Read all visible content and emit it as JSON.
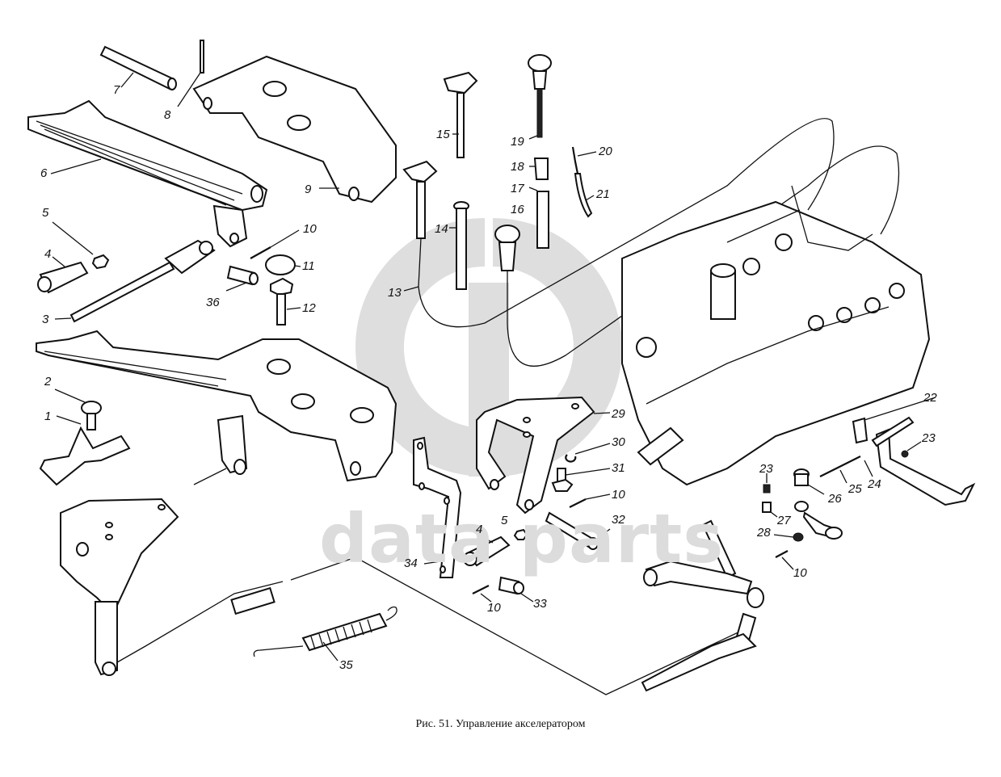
{
  "figure": {
    "caption": "Рис. 51. Управление акселератором",
    "watermark_logo": "GP logo",
    "watermark_text": "data parts"
  },
  "callouts": [
    {
      "id": "1",
      "label": "1"
    },
    {
      "id": "2",
      "label": "2"
    },
    {
      "id": "3",
      "label": "3"
    },
    {
      "id": "4a",
      "label": "4"
    },
    {
      "id": "4b",
      "label": "4"
    },
    {
      "id": "5a",
      "label": "5"
    },
    {
      "id": "5b",
      "label": "5"
    },
    {
      "id": "6",
      "label": "6"
    },
    {
      "id": "7",
      "label": "7"
    },
    {
      "id": "8",
      "label": "8"
    },
    {
      "id": "9",
      "label": "9"
    },
    {
      "id": "10a",
      "label": "10"
    },
    {
      "id": "10b",
      "label": "10"
    },
    {
      "id": "10c",
      "label": "10"
    },
    {
      "id": "10d",
      "label": "10"
    },
    {
      "id": "11",
      "label": "11"
    },
    {
      "id": "12",
      "label": "12"
    },
    {
      "id": "13",
      "label": "13"
    },
    {
      "id": "14",
      "label": "14"
    },
    {
      "id": "15",
      "label": "15"
    },
    {
      "id": "16",
      "label": "16"
    },
    {
      "id": "17",
      "label": "17"
    },
    {
      "id": "18",
      "label": "18"
    },
    {
      "id": "19",
      "label": "19"
    },
    {
      "id": "20",
      "label": "20"
    },
    {
      "id": "21",
      "label": "21"
    },
    {
      "id": "22",
      "label": "22"
    },
    {
      "id": "23a",
      "label": "23"
    },
    {
      "id": "23b",
      "label": "23"
    },
    {
      "id": "24",
      "label": "24"
    },
    {
      "id": "25",
      "label": "25"
    },
    {
      "id": "26",
      "label": "26"
    },
    {
      "id": "27",
      "label": "27"
    },
    {
      "id": "28",
      "label": "28"
    },
    {
      "id": "29",
      "label": "29"
    },
    {
      "id": "30",
      "label": "30"
    },
    {
      "id": "31",
      "label": "31"
    },
    {
      "id": "32",
      "label": "32"
    },
    {
      "id": "33",
      "label": "33"
    },
    {
      "id": "34",
      "label": "34"
    },
    {
      "id": "35",
      "label": "35"
    },
    {
      "id": "36",
      "label": "36"
    }
  ]
}
